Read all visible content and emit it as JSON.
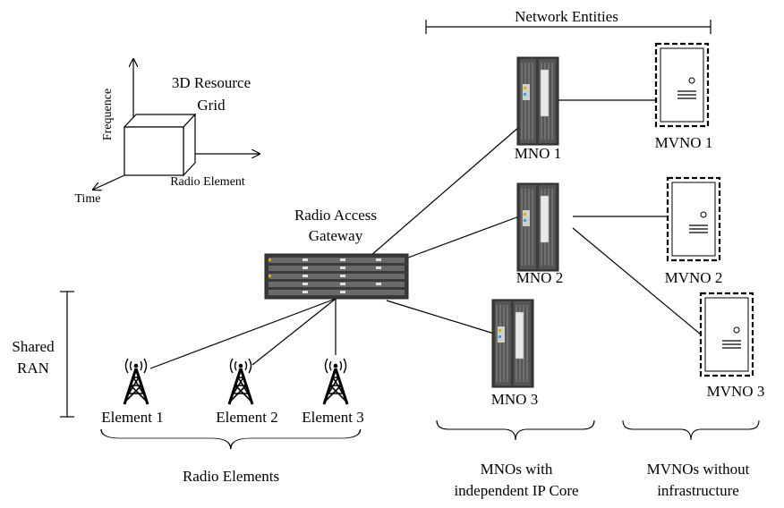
{
  "header": {
    "network_entities": "Network Entities"
  },
  "grid": {
    "title_line1": "3D Resource",
    "title_line2": "Grid",
    "axis_y": "Frequence",
    "axis_x": "Radio Element",
    "axis_z": "Time"
  },
  "gateway": {
    "line1": "Radio Access",
    "line2": "Gateway"
  },
  "shared_ran": {
    "line1": "Shared",
    "line2": "RAN"
  },
  "elements": [
    "Element 1",
    "Element 2",
    "Element 3"
  ],
  "mnos": [
    "MNO 1",
    "MNO 2",
    "MNO 3"
  ],
  "mvnos": [
    "MVNO 1",
    "MVNO 2",
    "MVNO 3"
  ],
  "groups": {
    "radio_elements": "Radio Elements",
    "mnos_line1": "MNOs with",
    "mnos_line2": "independent IP Core",
    "mvnos_line1": "MVNOs without",
    "mvnos_line2": "infrastructure"
  }
}
